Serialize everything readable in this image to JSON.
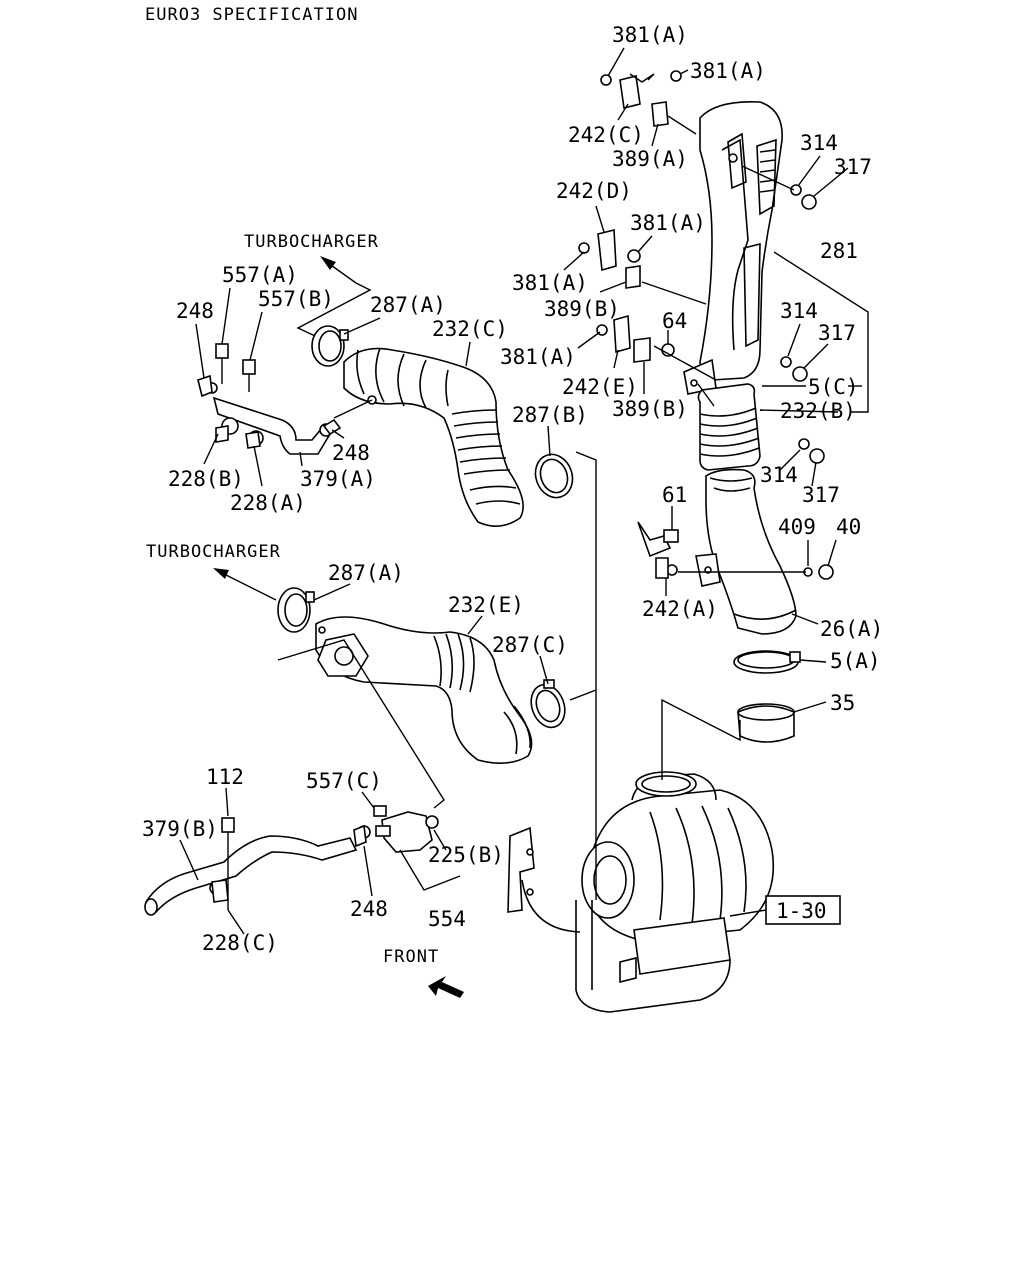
{
  "header": {
    "spec": "EURO3 SPECIFICATION",
    "turbo_top": "TURBOCHARGER",
    "turbo_mid": "TURBOCHARGER",
    "front": "FRONT",
    "ref_box": "1-30"
  },
  "callouts": [
    {
      "id": "c1",
      "text": "381(A)"
    },
    {
      "id": "c2",
      "text": "381(A)"
    },
    {
      "id": "c3",
      "text": "242(C)"
    },
    {
      "id": "c4",
      "text": "389(A)"
    },
    {
      "id": "c5",
      "text": "314"
    },
    {
      "id": "c6",
      "text": "317"
    },
    {
      "id": "c7",
      "text": "242(D)"
    },
    {
      "id": "c8",
      "text": "381(A)"
    },
    {
      "id": "c9",
      "text": "381(A)"
    },
    {
      "id": "c10",
      "text": "281"
    },
    {
      "id": "c11",
      "text": "389(B)"
    },
    {
      "id": "c12",
      "text": "314"
    },
    {
      "id": "c13",
      "text": "64"
    },
    {
      "id": "c14",
      "text": "317"
    },
    {
      "id": "c15",
      "text": "381(A)"
    },
    {
      "id": "c16",
      "text": "242(E)"
    },
    {
      "id": "c17",
      "text": "5(C)"
    },
    {
      "id": "c18",
      "text": "389(B)"
    },
    {
      "id": "c19",
      "text": "232(B)"
    },
    {
      "id": "c20",
      "text": "314"
    },
    {
      "id": "c21",
      "text": "317"
    },
    {
      "id": "c22",
      "text": "557(A)"
    },
    {
      "id": "c23",
      "text": "557(B)"
    },
    {
      "id": "c24",
      "text": "248"
    },
    {
      "id": "c25",
      "text": "287(A)"
    },
    {
      "id": "c26",
      "text": "232(C)"
    },
    {
      "id": "c27",
      "text": "287(B)"
    },
    {
      "id": "c28",
      "text": "248"
    },
    {
      "id": "c29",
      "text": "228(B)"
    },
    {
      "id": "c30",
      "text": "379(A)"
    },
    {
      "id": "c31",
      "text": "228(A)"
    },
    {
      "id": "c32",
      "text": "61"
    },
    {
      "id": "c33",
      "text": "409"
    },
    {
      "id": "c34",
      "text": "40"
    },
    {
      "id": "c35",
      "text": "242(A)"
    },
    {
      "id": "c36",
      "text": "26(A)"
    },
    {
      "id": "c37",
      "text": "5(A)"
    },
    {
      "id": "c38",
      "text": "35"
    },
    {
      "id": "c39",
      "text": "287(A)"
    },
    {
      "id": "c40",
      "text": "232(E)"
    },
    {
      "id": "c41",
      "text": "287(C)"
    },
    {
      "id": "c42",
      "text": "112"
    },
    {
      "id": "c43",
      "text": "557(C)"
    },
    {
      "id": "c44",
      "text": "379(B)"
    },
    {
      "id": "c45",
      "text": "225(B)"
    },
    {
      "id": "c46",
      "text": "248"
    },
    {
      "id": "c47",
      "text": "554"
    },
    {
      "id": "c48",
      "text": "228(C)"
    }
  ]
}
